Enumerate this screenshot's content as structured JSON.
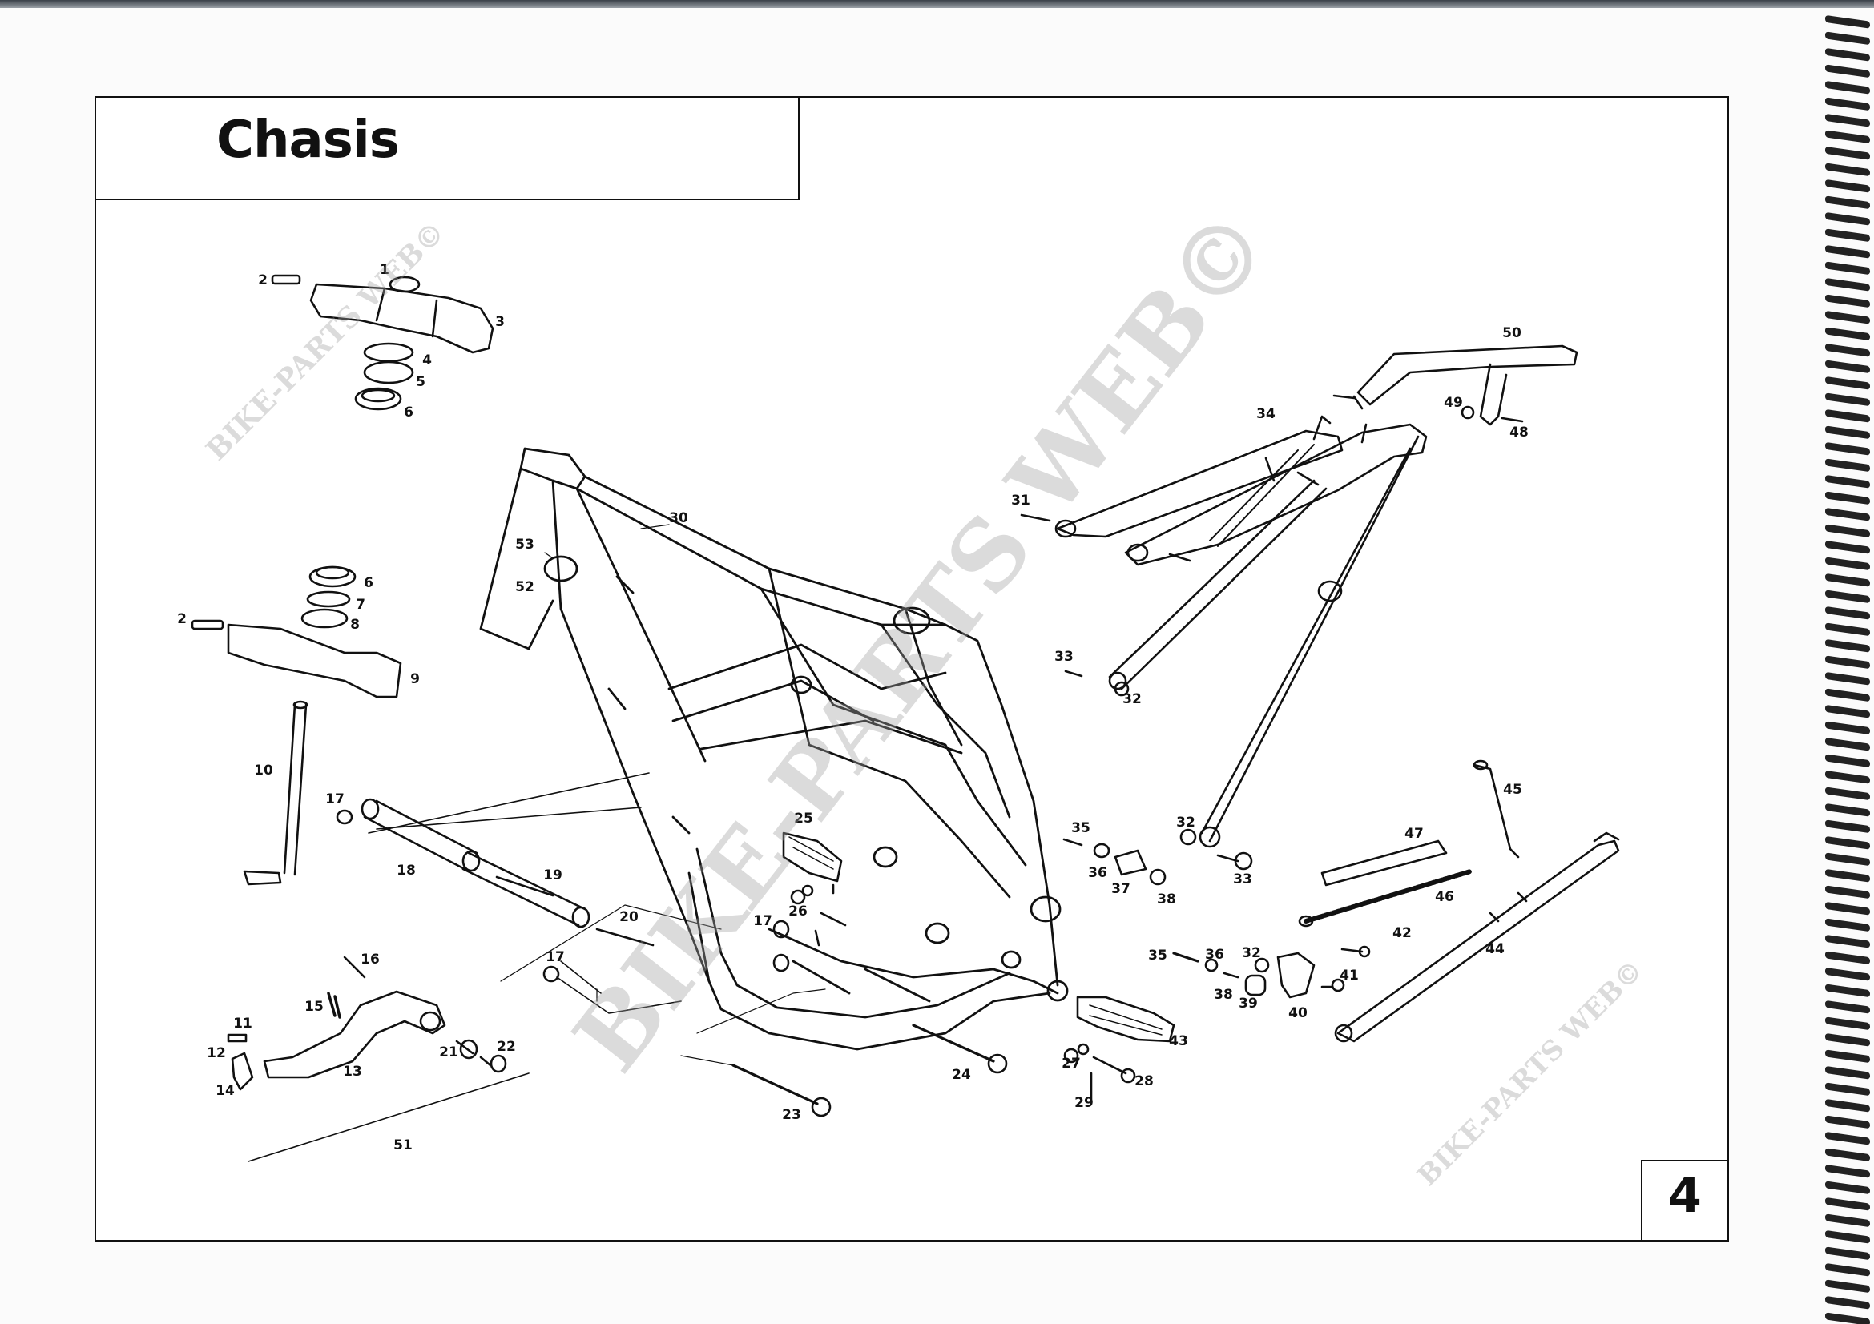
{
  "page": {
    "title": "Chasis",
    "page_number": "4"
  },
  "watermark": "BIKE-PARTS WEB©",
  "part_labels": [
    "1",
    "2",
    "3",
    "4",
    "5",
    "6",
    "6",
    "7",
    "8",
    "2",
    "9",
    "10",
    "17",
    "18",
    "19",
    "20",
    "17",
    "16",
    "15",
    "11",
    "12",
    "14",
    "13",
    "21",
    "22",
    "51",
    "30",
    "53",
    "52",
    "25",
    "26",
    "17",
    "23",
    "24",
    "27",
    "28",
    "29",
    "43",
    "35",
    "36",
    "37",
    "38",
    "31",
    "34",
    "33",
    "32",
    "32",
    "33",
    "50",
    "49",
    "48",
    "45",
    "47",
    "46",
    "44",
    "42",
    "41",
    "40",
    "35",
    "36",
    "32",
    "38",
    "39"
  ]
}
